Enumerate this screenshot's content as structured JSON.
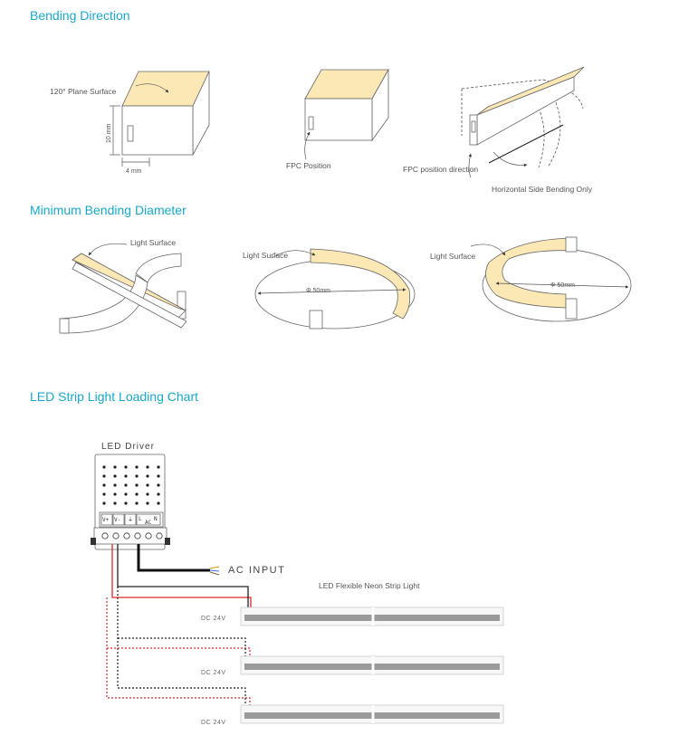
{
  "sections": {
    "bending_direction": "Bending Direction",
    "min_bending_diameter": "Minimum Bending Diameter",
    "loading_chart": "LED  Strip Light  Loading Chart"
  },
  "bending": {
    "plane_surface": "120° Plane Surface",
    "height_dim": "10 mm",
    "width_dim": "4 mm",
    "fpc_position": "FPC Position",
    "fpc_direction": "FPC position direction",
    "horizontal_only": "Horizontal Side Bending Only"
  },
  "min_bending": {
    "light_surface_1": "Light Surface",
    "light_surface_2": "Light Surface",
    "light_surface_3": "Light Surface",
    "diameter_2": "Φ 50mm",
    "diameter_3": "Φ 50mm"
  },
  "loading": {
    "driver_label": "LED  Driver",
    "terminals": [
      "V+",
      "V-",
      "⏚",
      "L",
      "N"
    ],
    "terminal_ac": "AC",
    "ac_input": "AC  INPUT",
    "strip_label": "LED  Flexible Neon Strip Light",
    "dc_labels": [
      "DC 24V",
      "DC 24V",
      "DC 24V"
    ]
  },
  "colors": {
    "section_title": "#1aa7c9",
    "light_surface": "#fbe8b4",
    "wire_red": "#d9262b",
    "wire_black": "#222222"
  }
}
